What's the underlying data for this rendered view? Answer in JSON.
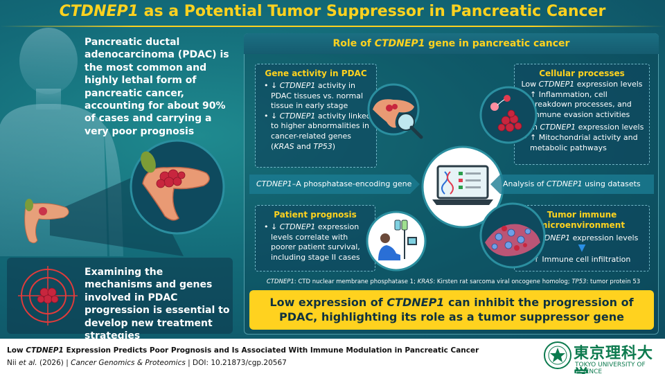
{
  "title": {
    "gene": "CTDNEP1",
    "rest": " as a Potential Tumor Suppressor in Pancreatic Cancer"
  },
  "intro": "Pancreatic ductal adenocarcinoma (PDAC) is the most common and highly lethal form of pancreatic cancer, accounting for about 90% of cases and carrying a very poor prognosis",
  "examine": "Examining the mechanisms and genes involved in PDAC progression is essential to develop new treatment strategies",
  "panel": {
    "heading_pre": "Role of ",
    "heading_gene": "CTDNEP1",
    "heading_post": " gene in pancreatic cancer"
  },
  "gene_activity": {
    "title": "Gene activity in PDAC",
    "b1_arrow": "↓ ",
    "b1_gene": "CTDNEP1",
    "b1_text": " activity in PDAC tissues vs. normal tissue in early stage",
    "b2_arrow": "↓ ",
    "b2_gene": "CTDNEP1",
    "b2_text": " activity linked to higher abnormalities in cancer-related genes (",
    "b2_g1": "KRAS",
    "b2_and": " and ",
    "b2_g2": "TP53",
    "b2_end": ")"
  },
  "cellular": {
    "title": "Cellular processes",
    "low_pre": "Low ",
    "low_gene": "CTDNEP1",
    "low_post": " expression levels",
    "low_bullet": "↑ Inflammation, cell breakdown processes, and immune evasion activities",
    "high_pre": "High ",
    "high_gene": "CTDNEP1",
    "high_post": " expression levels",
    "high_bullet": "↑ Mitochondrial activity and metabolic pathways"
  },
  "band_left": {
    "gene": "CTDNEP1",
    "text": "–A phosphatase-encoding gene"
  },
  "band_right": {
    "pre": "Analysis of ",
    "gene": "CTDNEP1",
    "post": " using datasets"
  },
  "prognosis": {
    "title": "Patient prognosis",
    "arrow": "↓ ",
    "gene": "CTDNEP1",
    "text": " expression levels correlate with poorer patient survival, including stage II cases"
  },
  "immune": {
    "title": "Tumor immune microenvironment",
    "l1_arrow": "↑ ",
    "l1_gene": "CTDNEP1",
    "l1_text": " expression levels",
    "l2": "↑ Immune cell infiltration"
  },
  "footnote": {
    "g1": "CTDNEP1",
    "t1": ": CTD nuclear membrane phosphatase 1; ",
    "g2": "KRAS",
    "t2": ": Kirsten rat sarcoma viral oncogene homolog; ",
    "g3": "TP53",
    "t3": ": tumor protein 53"
  },
  "conclusion": {
    "pre": "Low expression of ",
    "gene": "CTDNEP1",
    "post": " can inhibit the progression of PDAC, highlighting its role as a tumor suppressor gene"
  },
  "footer": {
    "title_pre": "Low ",
    "title_gene": "CTDNEP1",
    "title_post": " Expression Predicts Poor Prognosis and Is Associated With Immune Modulation in Pancreatic Cancer",
    "authors": "Nii ",
    "etal": "et al.",
    "year": " (2026)  |  ",
    "journal": "Cancer Genomics & Proteomics",
    "doi": "  |  DOI: 10.21873/cgp.20567"
  },
  "logo": {
    "kanji": "東京理科大学",
    "english": "TOKYO UNIVERSITY OF SCIENCE"
  },
  "colors": {
    "accent_yellow": "#ffd21f",
    "background_teal": "#136a78",
    "logo_green": "#0c7a4e"
  },
  "icons": [
    "human-body-silhouette",
    "pancreas-tumor",
    "magnifier-tissue",
    "laptop-dna",
    "tumor-cells",
    "patient-iv",
    "immune-cells",
    "target-tumor",
    "university-seal"
  ]
}
